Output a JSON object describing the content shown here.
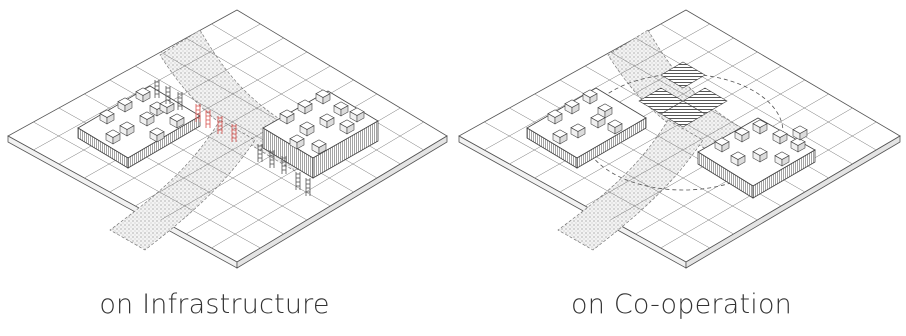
{
  "diagrams": [
    {
      "caption": "on Infrastructure",
      "variant": "infrastructure"
    },
    {
      "caption": "on Co-operation",
      "variant": "cooperation"
    }
  ],
  "colors": {
    "line": "#555555",
    "fill_light": "#eeeeee",
    "accent": "#d9534f"
  }
}
